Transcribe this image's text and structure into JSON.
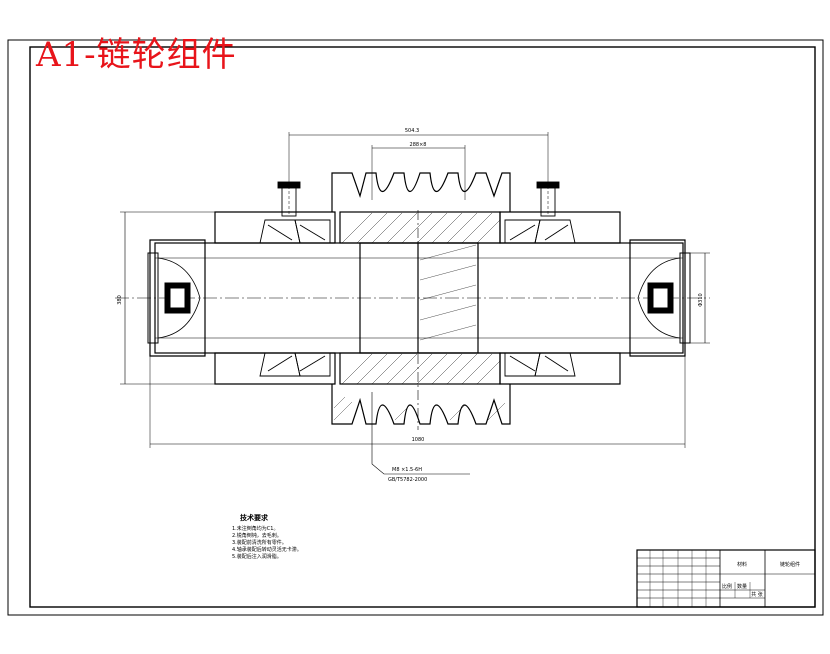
{
  "title": "A1-链轮组件",
  "dimensions": {
    "top_outer": "504.3",
    "top_inner": "288×8",
    "bottom_total": "1080",
    "left_height": "380",
    "right_height": "Φ310"
  },
  "tolerance_note": {
    "line1": "M8 ×1.5-6H",
    "line2": "GB/T5782-2000"
  },
  "technical_requirements": {
    "heading": "技术要求",
    "items": [
      "1.未注倒角均为C1。",
      "2.锐角倒钝，去毛刺。",
      "3.装配前清洗所有零件。",
      "4.轴承装配后转动灵活无卡滞。",
      "5.装配后注入润滑脂。"
    ]
  },
  "title_block": {
    "drawing_name": "链轮组件",
    "material_label": "材料",
    "scale_label": "比例",
    "quantity_label": "数量",
    "sheet_label": "共 张"
  }
}
